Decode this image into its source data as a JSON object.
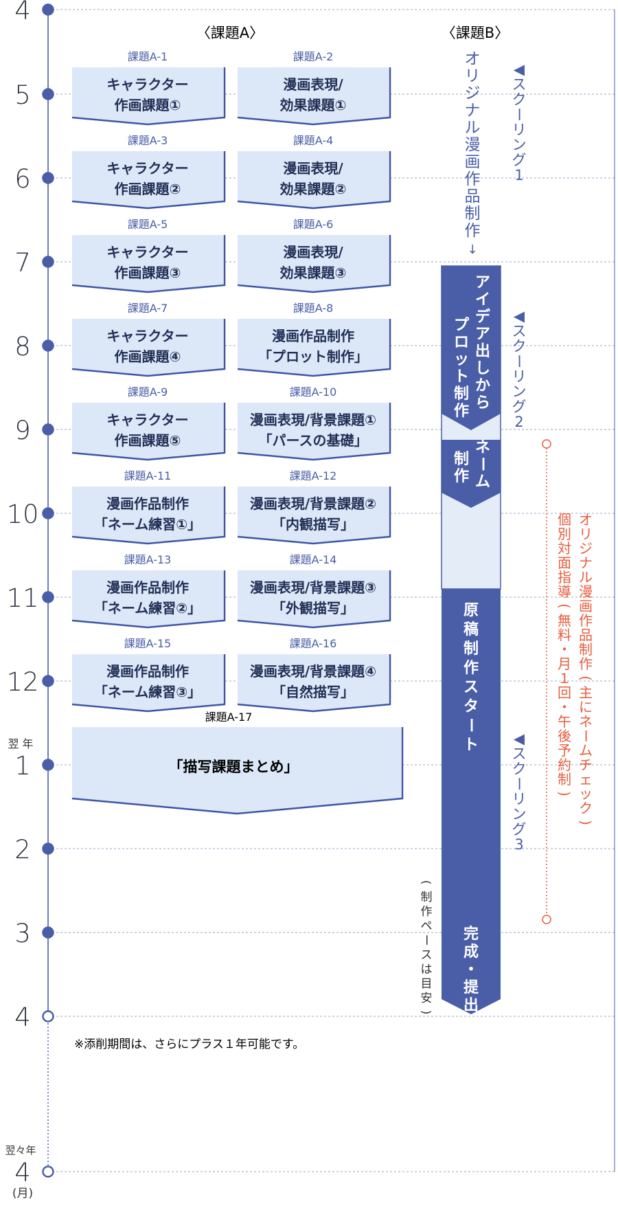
{
  "colors": {
    "navy": "#4a5ea8",
    "box_fill": "#dce8f7",
    "box_border": "#3f54a6",
    "text_dark": "#222e55",
    "gray": "#7a7f8c",
    "red": "#e85c3c",
    "dot_line": "#9aa6c6"
  },
  "timeline": {
    "months": [
      "4",
      "5",
      "6",
      "7",
      "8",
      "9",
      "10",
      "11",
      "12",
      "1",
      "2",
      "3",
      "4",
      "4"
    ],
    "next_year_label": "翌 年",
    "year_after_next_label": "翌々年",
    "unit_label": "(月)",
    "footnote": "※添削期間は、さらにプラス１年可能です。"
  },
  "headers": {
    "a": "〈課題A〉",
    "b": "〈課題B〉"
  },
  "tasks": [
    {
      "code": "課題A-1",
      "l1": "キャラクター",
      "l2": "作画課題①"
    },
    {
      "code": "課題A-2",
      "l1": "漫画表現/",
      "l2": "効果課題①"
    },
    {
      "code": "課題A-3",
      "l1": "キャラクター",
      "l2": "作画課題②"
    },
    {
      "code": "課題A-4",
      "l1": "漫画表現/",
      "l2": "効果課題②"
    },
    {
      "code": "課題A-5",
      "l1": "キャラクター",
      "l2": "作画課題③"
    },
    {
      "code": "課題A-6",
      "l1": "漫画表現/",
      "l2": "効果課題③"
    },
    {
      "code": "課題A-7",
      "l1": "キャラクター",
      "l2": "作画課題④"
    },
    {
      "code": "課題A-8",
      "l1": "漫画作品制作",
      "l2": "「プロット制作」"
    },
    {
      "code": "課題A-9",
      "l1": "キャラクター",
      "l2": "作画課題⑤"
    },
    {
      "code": "課題A-10",
      "l1": "漫画表現/背景課題①",
      "l2": "「パースの基礎」"
    },
    {
      "code": "課題A-11",
      "l1": "漫画作品制作",
      "l2": "「ネーム練習①」"
    },
    {
      "code": "課題A-12",
      "l1": "漫画表現/背景課題②",
      "l2": "「内観描写」"
    },
    {
      "code": "課題A-13",
      "l1": "漫画作品制作",
      "l2": "「ネーム練習②」"
    },
    {
      "code": "課題A-14",
      "l1": "漫画表現/背景課題③",
      "l2": "「外観描写」"
    },
    {
      "code": "課題A-15",
      "l1": "漫画作品制作",
      "l2": "「ネーム練習③」"
    },
    {
      "code": "課題A-16",
      "l1": "漫画表現/背景課題④",
      "l2": "「自然描写」"
    }
  ],
  "task17": {
    "code": "課題A-17",
    "label": "「描写課題まとめ」"
  },
  "columnB": {
    "vertical_title": "オリジナル漫画作品制作",
    "vertical_arrow": "↓",
    "bar1": [
      "アイデア出しから",
      "プロット制作"
    ],
    "bar2": [
      "ネーム",
      "制作"
    ],
    "bar3": "原稿制作スタート",
    "bar4": "完成・提出",
    "pace_note": "(制作ペースは目安)"
  },
  "schoolings": [
    "◀スクーリング1",
    "◀スクーリング2",
    "◀スクーリング3"
  ],
  "guidance": {
    "line1": "オリジナル漫画作品制作(主にネームチェック)",
    "line2": "個別対面指導(無料・月１回・午後予約制)"
  }
}
